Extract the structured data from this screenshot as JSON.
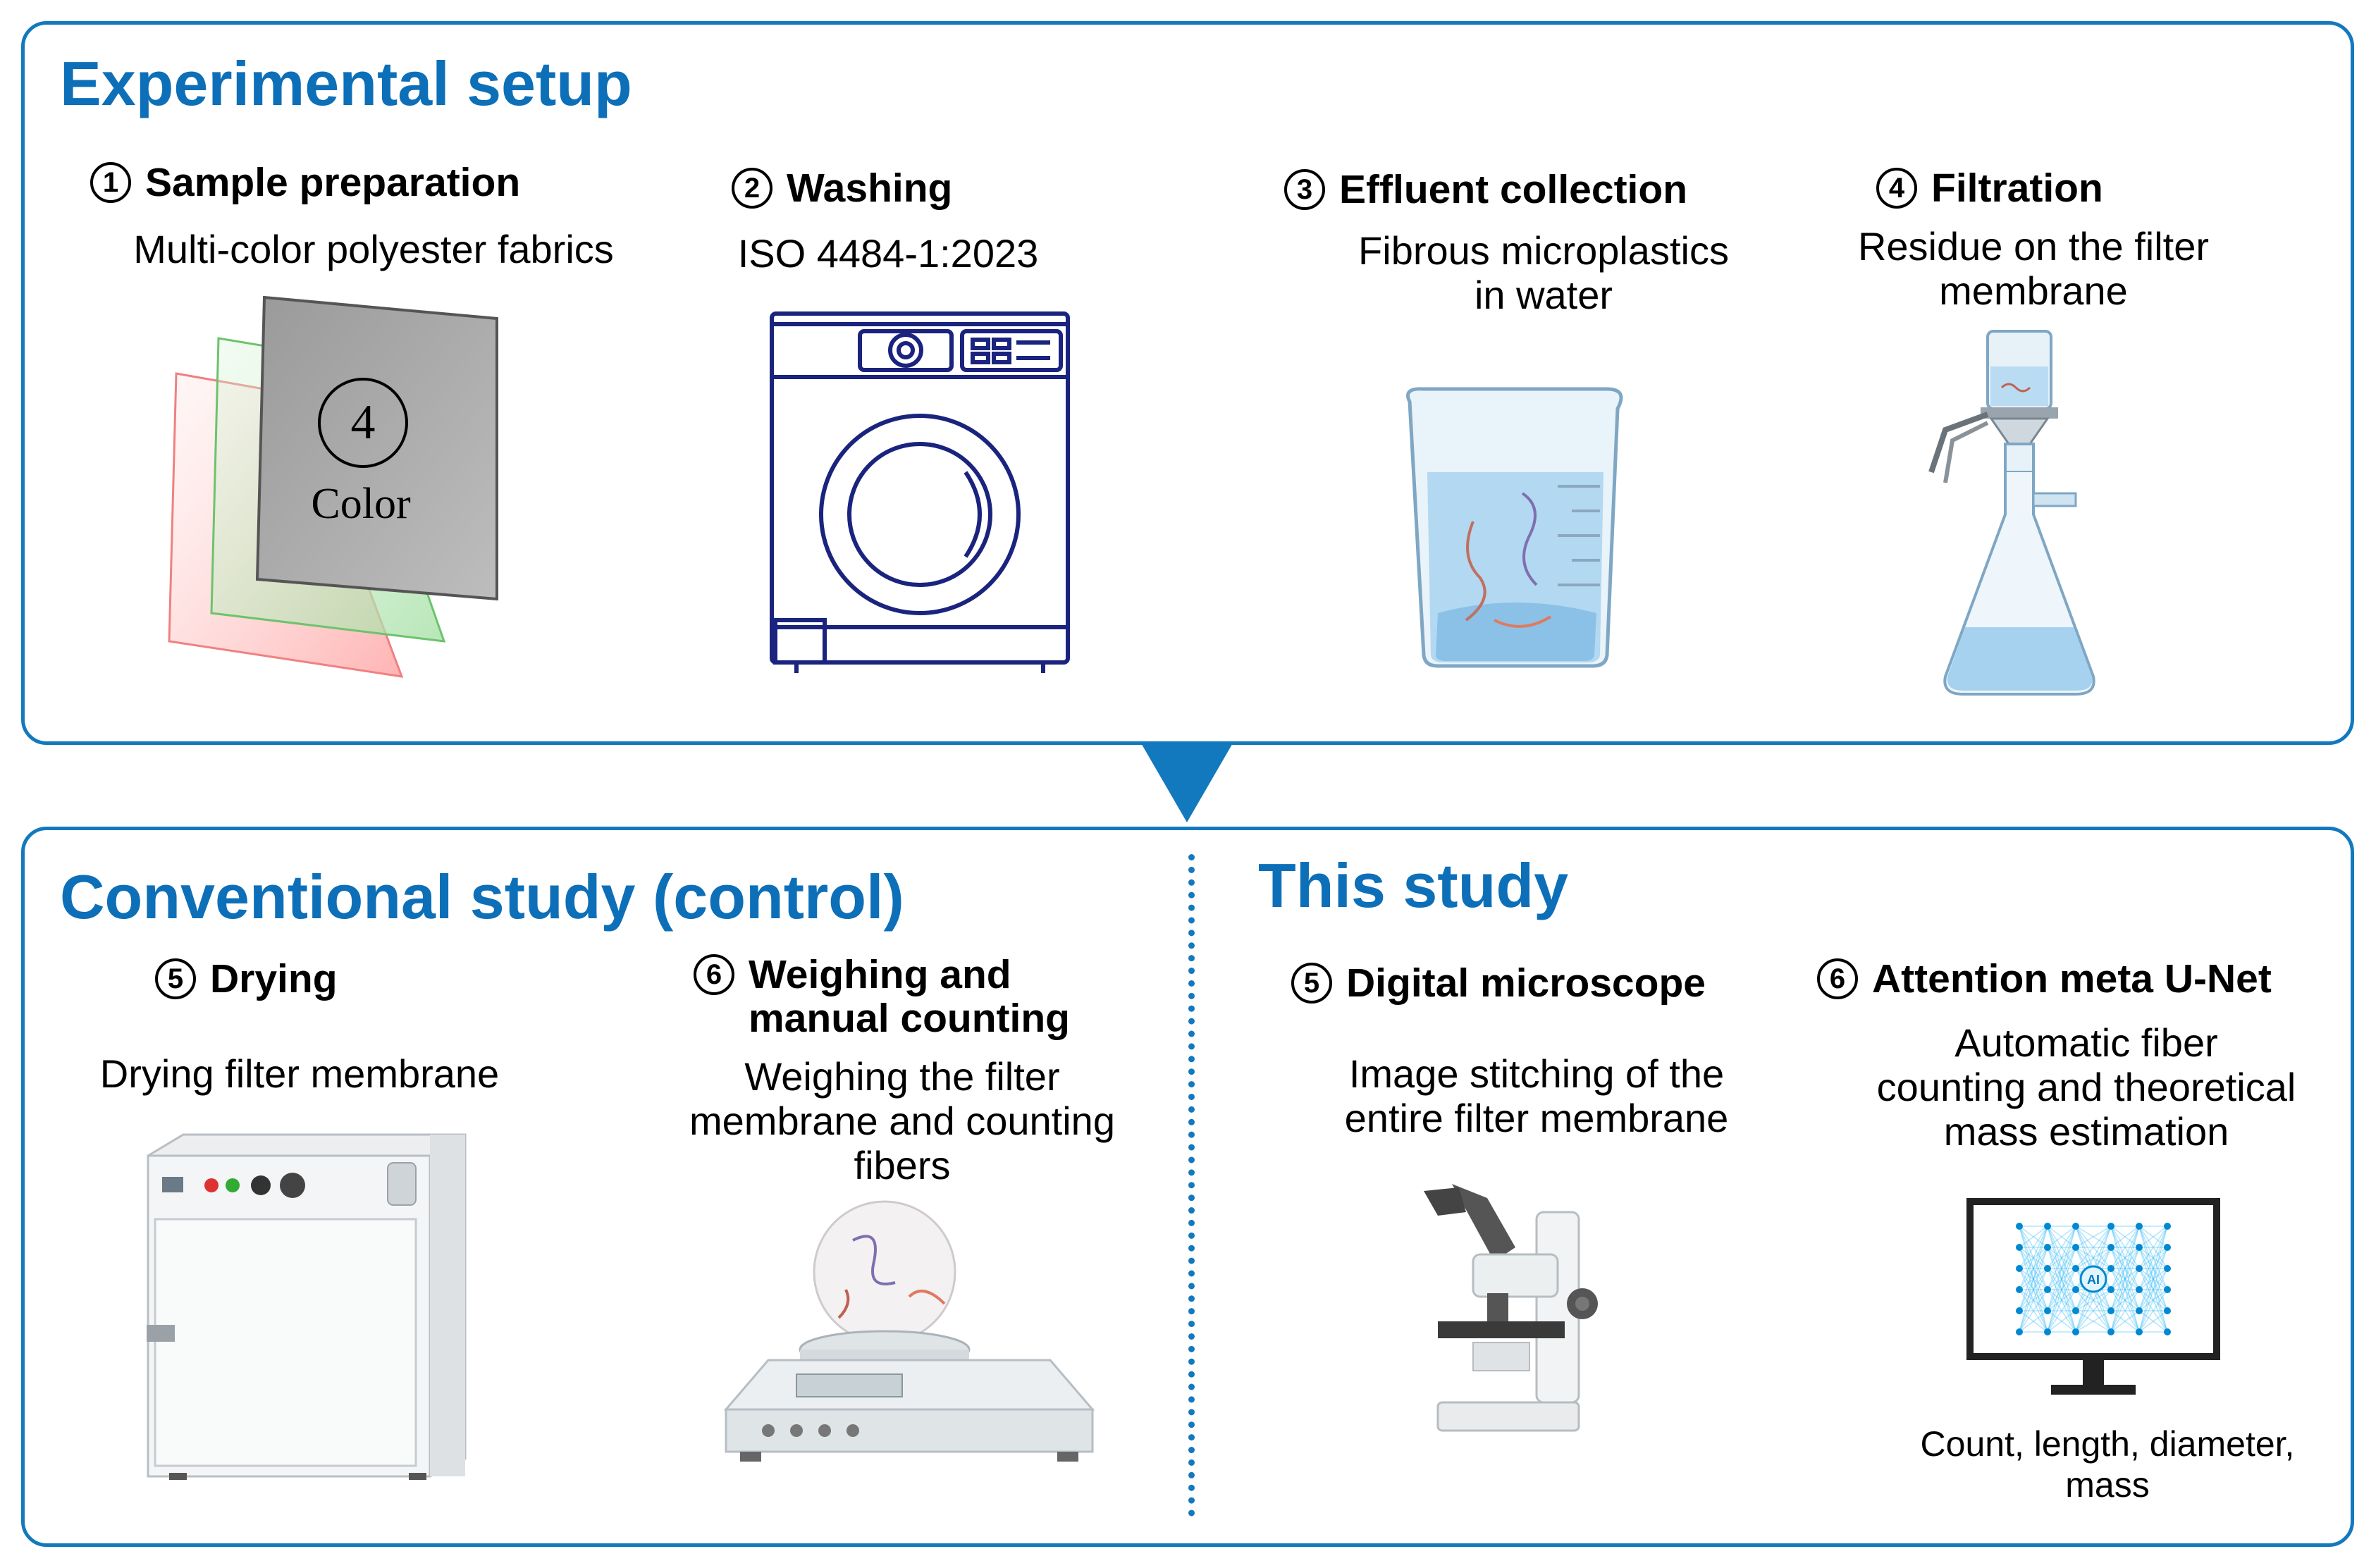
{
  "top": {
    "title": "Experimental setup",
    "steps": [
      {
        "num": "1",
        "title": "Sample preparation",
        "desc": "Multi-color polyester fabrics"
      },
      {
        "num": "2",
        "title": "Washing",
        "desc": "ISO 4484-1:2023"
      },
      {
        "num": "3",
        "title": "Effluent collection",
        "desc": "Fibrous microplastics\nin water"
      },
      {
        "num": "4",
        "title": "Filtration",
        "desc": "Residue on the filter\nmembrane"
      }
    ],
    "fabric_label_number": "4",
    "fabric_label_text": "Color"
  },
  "bottom_left": {
    "title": "Conventional study (control)",
    "steps": [
      {
        "num": "5",
        "title": "Drying",
        "desc": "Drying filter membrane"
      },
      {
        "num": "6",
        "title": "Weighing and\nmanual counting",
        "desc": "Weighing the filter\nmembrane and counting\nfibers"
      }
    ]
  },
  "bottom_right": {
    "title": "This study",
    "steps": [
      {
        "num": "5",
        "title": "Digital microscope",
        "desc": "Image stitching of the\nentire filter membrane"
      },
      {
        "num": "6",
        "title": "Attention meta U-Net",
        "desc": "Automatic fiber\ncounting and theoretical\nmass estimation"
      }
    ],
    "ai_label": "AI",
    "output_caption": "Count, length, diameter,\nmass"
  },
  "colors": {
    "accent": "#1379be",
    "title_blue": "#0d6fb8"
  }
}
